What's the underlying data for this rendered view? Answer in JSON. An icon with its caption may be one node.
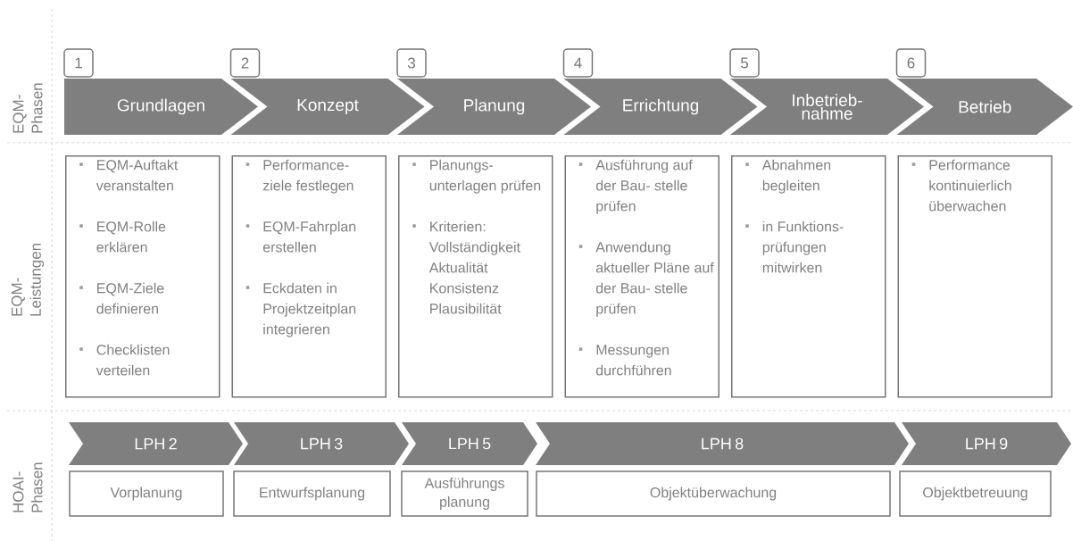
{
  "diagram": {
    "nodes": [
      {
        "text": [
          "1"
        ]
      },
      {
        "text": [
          "2"
        ]
      },
      {
        "text": [
          "3"
        ]
      },
      {
        "text": [
          "4"
        ]
      },
      {
        "text": [
          "5"
        ]
      },
      {
        "text": [
          "6"
        ]
      },
      {
        "text": [
          "Grundlagen"
        ]
      },
      {
        "text": [
          "Konzept"
        ]
      },
      {
        "text": [
          "Planung"
        ]
      },
      {
        "text": [
          "Errichtung"
        ]
      },
      {
        "text": [
          "Inbetrieb- nahme"
        ]
      },
      {
        "text": [
          "Betrieb"
        ]
      },
      {
        "text": [
          "EQM-Auftakt veranstalten",
          "EQM-Rolle erklären",
          "EQM-Ziele definieren",
          "Checklisten verteilen"
        ]
      },
      {
        "text": [
          "Performance- ziele festlegen",
          "EQM-Fahrplan erstellen",
          "Eckdaten in Projektzeitplan integrieren"
        ]
      },
      {
        "text": [
          "Planungs- unterlagen prüfen",
          "Kriterien: Vollständigkeit Aktualität Konsistenz Plausibilität"
        ]
      },
      {
        "text": [
          "Ausführung auf der Bau- stelle prüfen",
          "Anwendung aktueller Pläne auf der Bau- stelle prüfen",
          "Messungen durchführen"
        ]
      },
      {
        "text": [
          "Abnahmen begleiten",
          "in Funktions- prüfungen mitwirken"
        ]
      },
      {
        "text": [
          "Performance kontinuierlich überwachen"
        ]
      },
      {
        "text": [
          "LPH 2"
        ]
      },
      {
        "text": [
          "LPH 3"
        ]
      },
      {
        "text": [
          "LPH 5"
        ]
      },
      {
        "text": [
          "LPH 8"
        ]
      },
      {
        "text": [
          "LPH 9"
        ]
      },
      {
        "text": [
          "Vorplanung"
        ]
      },
      {
        "text": [
          "Entwurfsplanung"
        ]
      },
      {
        "text": [
          "Ausführungs planung"
        ]
      },
      {
        "text": [
          "Objektüberwachung"
        ]
      },
      {
        "text": [
          "Objektbetreuung"
        ]
      }
    ],
    "labels": [
      "EQM- Phasen",
      "EQM- Leistungen",
      "HOAI- Phasen"
    ]
  }
}
